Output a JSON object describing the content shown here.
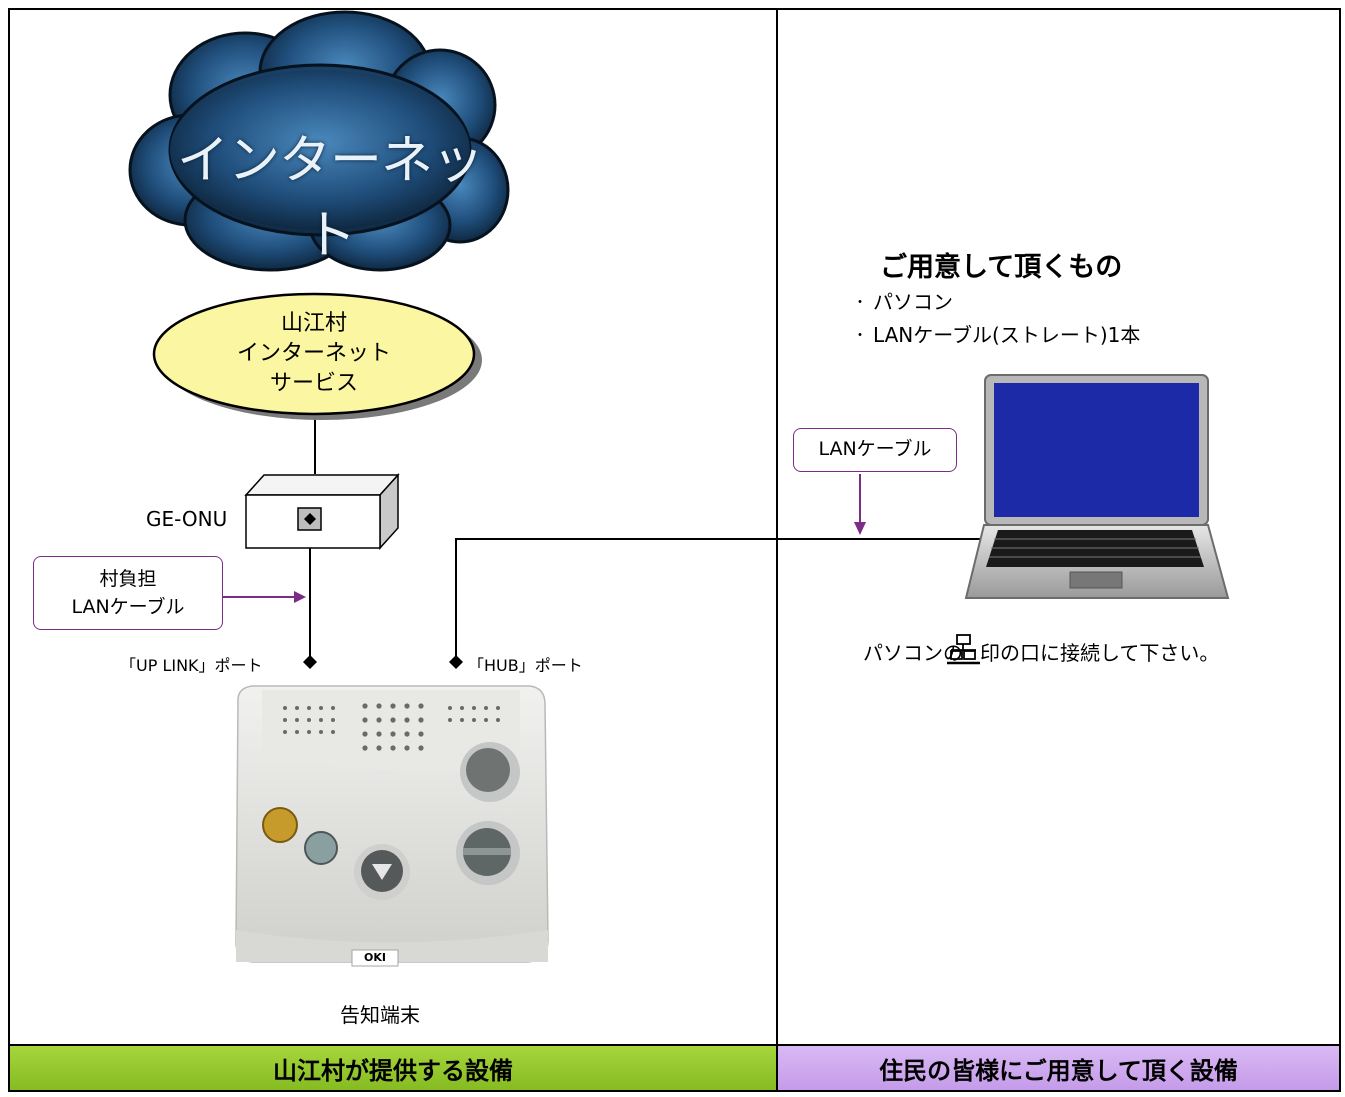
{
  "cloud": {
    "label": "インターネット"
  },
  "service": {
    "line1": "山江村",
    "line2": "インターネット",
    "line3": "サービス"
  },
  "onu": {
    "label": "GE-ONU"
  },
  "callout_left": {
    "line1": "村負担",
    "line2": "LANケーブル"
  },
  "ports": {
    "uplink": "「UP LINK」ポート",
    "hub": "「HUB」ポート"
  },
  "terminal": {
    "label": "告知端末",
    "brand": "OKI"
  },
  "prep": {
    "title": "ご用意して頂くもの",
    "items": [
      "パソコン",
      "LANケーブル(ストレート)1本"
    ]
  },
  "callout_right": {
    "label": "LANケーブル"
  },
  "pc_note": {
    "before": "パソコンの",
    "after": " 印の口に接続して下さい。"
  },
  "footer": {
    "left": "山江村が提供する設備",
    "right": "住民の皆様にご用意して頂く設備"
  },
  "colors": {
    "footer_left": "#97c92e",
    "footer_right": "#cfa9ef",
    "service_fill": "#fbf6a1",
    "connector": "#7a2c86",
    "screen": "#1d2aa8"
  }
}
